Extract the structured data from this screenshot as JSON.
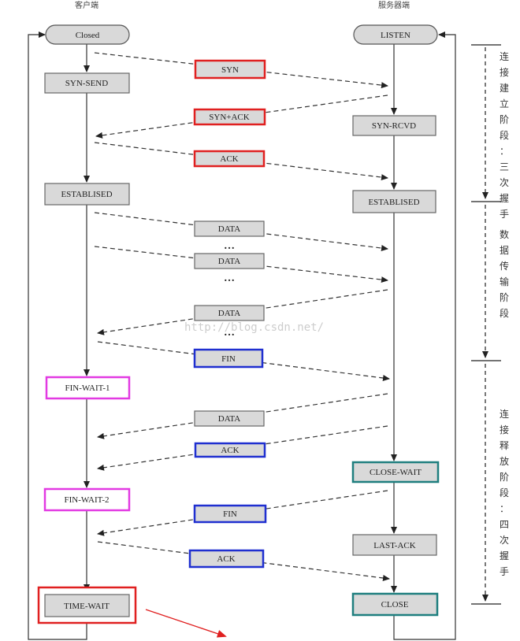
{
  "headers": {
    "client": "客户端",
    "server": "服务器端"
  },
  "client_states": {
    "closed": "Closed",
    "syn_send": "SYN-SEND",
    "established": "ESTABLISED",
    "fin_wait_1": "FIN-WAIT-1",
    "fin_wait_2": "FIN-WAIT-2",
    "time_wait": "TIME-WAIT"
  },
  "server_states": {
    "listen": "LISTEN",
    "syn_rcvd": "SYN-RCVD",
    "established": "ESTABLISED",
    "close_wait": "CLOSE-WAIT",
    "last_ack": "LAST-ACK",
    "close": "CLOSE"
  },
  "messages": {
    "syn": "SYN",
    "syn_ack": "SYN+ACK",
    "ack1": "ACK",
    "data1": "DATA",
    "data2": "DATA",
    "data3": "DATA",
    "fin1": "FIN",
    "data4": "DATA",
    "ack2": "ACK",
    "fin2": "FIN",
    "ack3": "ACK"
  },
  "dots": "…",
  "phases": {
    "connect": "连接建立阶段：三次握手",
    "transfer": "数据传输阶段",
    "release": "连接释放阶段：四次握手"
  },
  "watermark": "http://blog.csdn.net/",
  "colors": {
    "red": "#e02020",
    "blue": "#1f2fd0",
    "magenta": "#e23ae2",
    "teal": "#1f7f7f",
    "state_fill": "#d9d9d9",
    "line": "#333333"
  }
}
